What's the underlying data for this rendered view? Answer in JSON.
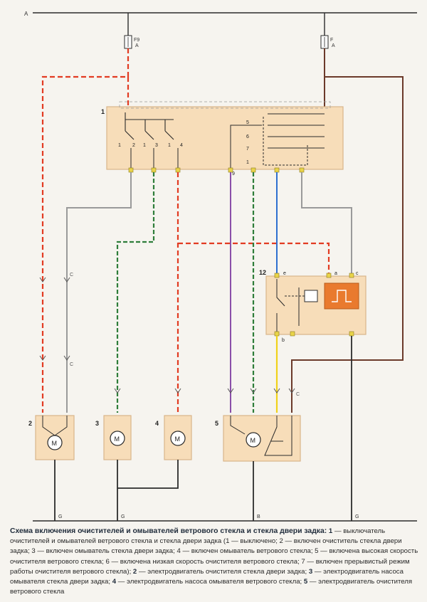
{
  "colors": {
    "page_bg": "#f6f4ef",
    "block_fill": "#f7ddb9",
    "block_border": "#d9b68a",
    "wire_black": "#2b2b2b",
    "wire_red": "#e23b22",
    "wire_brown": "#6b3a2a",
    "wire_grey": "#9a9a9a",
    "wire_green": "#2e7d3a",
    "wire_violet": "#8a4ea8",
    "wire_blue": "#2e6fd0",
    "wire_yellow": "#f0d21a",
    "relay_fill": "#e97a2e"
  },
  "diagram": {
    "wire_labels": {
      "top_left": "A",
      "fuse_left_name": "F9",
      "fuse_left_color": "A",
      "fuse_right_name": "F",
      "fuse_right_color": "A",
      "left_c_upper": "C",
      "left_c_lower": "C",
      "motor5_c": "C",
      "ground_g1": "G",
      "ground_g2": "G",
      "ground_b": "B",
      "ground_g3": "G"
    },
    "switch": {
      "number": "1",
      "pins_left": [
        "1",
        "2",
        "1",
        "3",
        "1",
        "4"
      ],
      "pins_right": [
        "5",
        "6",
        "7",
        "1"
      ],
      "connector_label": "9"
    },
    "relay": {
      "number": "12",
      "pin_e": "e",
      "pin_c": "c",
      "pin_a": "a",
      "pin_b": "b"
    },
    "components": [
      {
        "number": "2",
        "motor_label": "M"
      },
      {
        "number": "3",
        "motor_label": "M"
      },
      {
        "number": "4",
        "motor_label": "M"
      },
      {
        "number": "5",
        "motor_label": "M"
      }
    ]
  },
  "caption": {
    "title": "Схема включения очистителей и омывателей ветрового стекла и стекла двери задка:",
    "parts": [
      {
        "n": "1",
        "text": "— выключатель очистителей и омывателей ветрового стекла и стекла двери задка (1 — выключено; 2 — включен очиститель стекла двери задка; 3 — включен омыватель стекла двери задка; 4 — включен омыватель ветрового стекла; 5 — включена высокая скорость очистителя ветрового стекла; 6 — включена низкая скорость очистителя ветрового стекла; 7 — включен прерывистый режим работы очистителя ветрового стекла);"
      },
      {
        "n": "2",
        "text": "— электродвигатель очистителя стекла двери задка;"
      },
      {
        "n": "3",
        "text": "— электродвигатель насоса омывателя стекла двери задка;"
      },
      {
        "n": "4",
        "text": "— электродвигатель насоса омывателя ветрового стекла;"
      },
      {
        "n": "5",
        "text": "— электродвигатель очистителя ветрового стекла"
      }
    ]
  }
}
